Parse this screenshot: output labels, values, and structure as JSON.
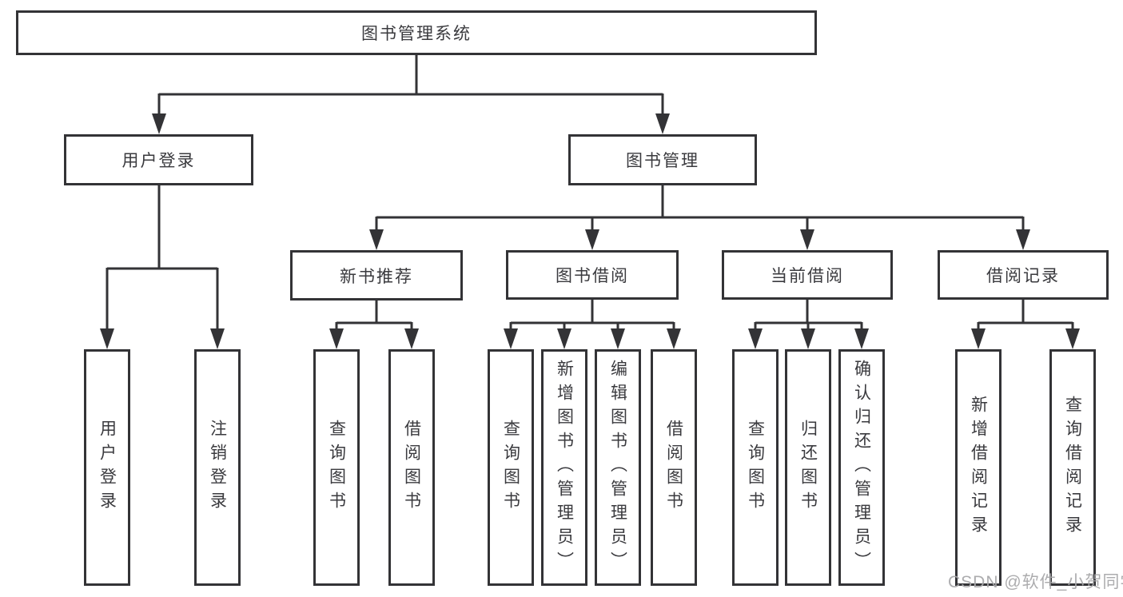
{
  "diagram": {
    "type": "hierarchy-flowchart",
    "colors": {
      "line": "#333336",
      "box_border": "#333336",
      "text": "#3a3a3e",
      "background": "#ffffff",
      "watermark": "#a8a8aa"
    },
    "tree": {
      "label": "图书管理系统",
      "children": [
        {
          "label": "用户登录",
          "children": [
            {
              "label": "用户登录"
            },
            {
              "label": "注销登录"
            }
          ]
        },
        {
          "label": "图书管理",
          "children": [
            {
              "label": "新书推荐",
              "children": [
                {
                  "label": "查询图书"
                },
                {
                  "label": "借阅图书"
                }
              ]
            },
            {
              "label": "图书借阅",
              "children": [
                {
                  "label": "查询图书"
                },
                {
                  "label": "新增图书（管理员）"
                },
                {
                  "label": "编辑图书（管理员）"
                },
                {
                  "label": "借阅图书"
                }
              ]
            },
            {
              "label": "当前借阅",
              "children": [
                {
                  "label": "查询图书"
                },
                {
                  "label": "归还图书"
                },
                {
                  "label": "确认归还（管理员）"
                }
              ]
            },
            {
              "label": "借阅记录",
              "children": [
                {
                  "label": "新增借阅记录"
                },
                {
                  "label": "查询借阅记录"
                }
              ]
            }
          ]
        }
      ]
    },
    "watermark": {
      "text": "CSDN @软件_小贺同学"
    }
  }
}
